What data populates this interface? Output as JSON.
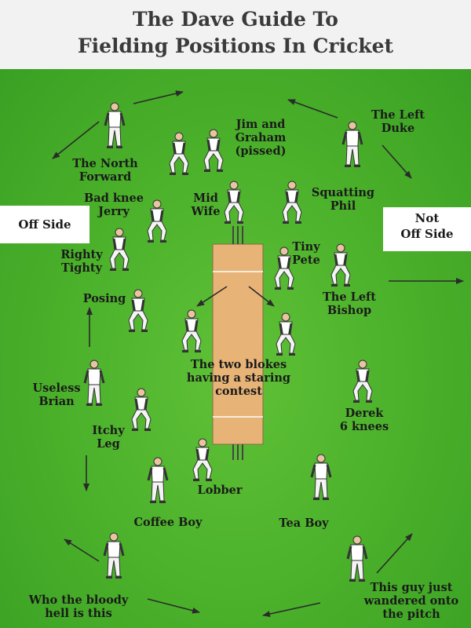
{
  "title": {
    "line1": "The Dave Guide To",
    "line2": "Fielding Positions In Cricket"
  },
  "sides": {
    "left": "Off Side",
    "right_line1": "Not",
    "right_line2": "Off Side"
  },
  "labels": {
    "north_forward": "The North\nForward",
    "jim_graham": "Jim and\nGraham\n(pissed)",
    "left_duke": "The Left\nDuke",
    "bad_knee_jerry": "Bad knee\nJerry",
    "mid_wife": "Mid\nWife",
    "squatting_phil": "Squatting\nPhil",
    "righty_tighty": "Righty\nTighty",
    "tiny_pete": "Tiny\nPete",
    "posing": "Posing",
    "left_bishop": "The Left\nBishop",
    "staring_contest": "The two blokes\nhaving a staring\ncontest",
    "useless_brian": "Useless\nBrian",
    "derek": "Derek\n6 knees",
    "itchy_leg": "Itchy\nLeg",
    "lobber": "Lobber",
    "coffee_boy": "Coffee Boy",
    "tea_boy": "Tea Boy",
    "who_bloody_hell": "Who the bloody\nhell is this",
    "wandered_pitch": "This guy just\nwandered onto\nthe pitch"
  },
  "colors": {
    "grass": "#4ab02a",
    "pitch": "#e7b377",
    "text": "#1a1a1a"
  }
}
